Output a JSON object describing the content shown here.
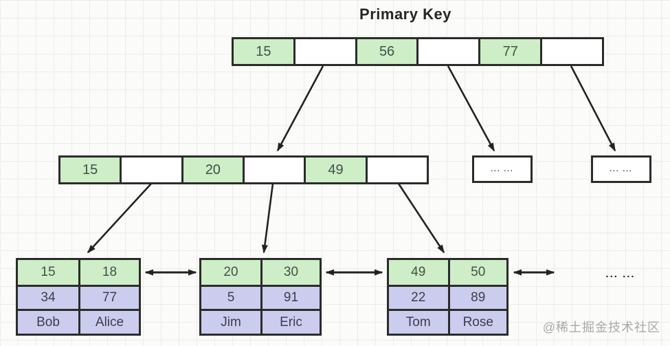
{
  "title": "Primary Key",
  "colors": {
    "key_cell_green": "#cdeec6",
    "record_cell_lavender": "#cccdee",
    "border": "#2b2b2b",
    "arrow": "#222222",
    "grid_line": "#ececea",
    "watermark_gray": "#a9a9a9"
  },
  "root_node": {
    "cells": [
      "15",
      "",
      "56",
      "",
      "77",
      ""
    ]
  },
  "internal_node": {
    "cells": [
      "15",
      "",
      "20",
      "",
      "49",
      ""
    ]
  },
  "overflow_boxes": [
    {
      "label": "... ..."
    },
    {
      "label": "... ..."
    }
  ],
  "leaf_tables": [
    {
      "rows": [
        [
          "15",
          "18"
        ],
        [
          "34",
          "77"
        ],
        [
          "Bob",
          "Alice"
        ]
      ]
    },
    {
      "rows": [
        [
          "20",
          "30"
        ],
        [
          "5",
          "91"
        ],
        [
          "Jim",
          "Eric"
        ]
      ]
    },
    {
      "rows": [
        [
          "49",
          "50"
        ],
        [
          "22",
          "89"
        ],
        [
          "Tom",
          "Rose"
        ]
      ]
    }
  ],
  "leaf_chain_ellipsis": "... ...",
  "watermark": "@稀土掘金技术社区"
}
